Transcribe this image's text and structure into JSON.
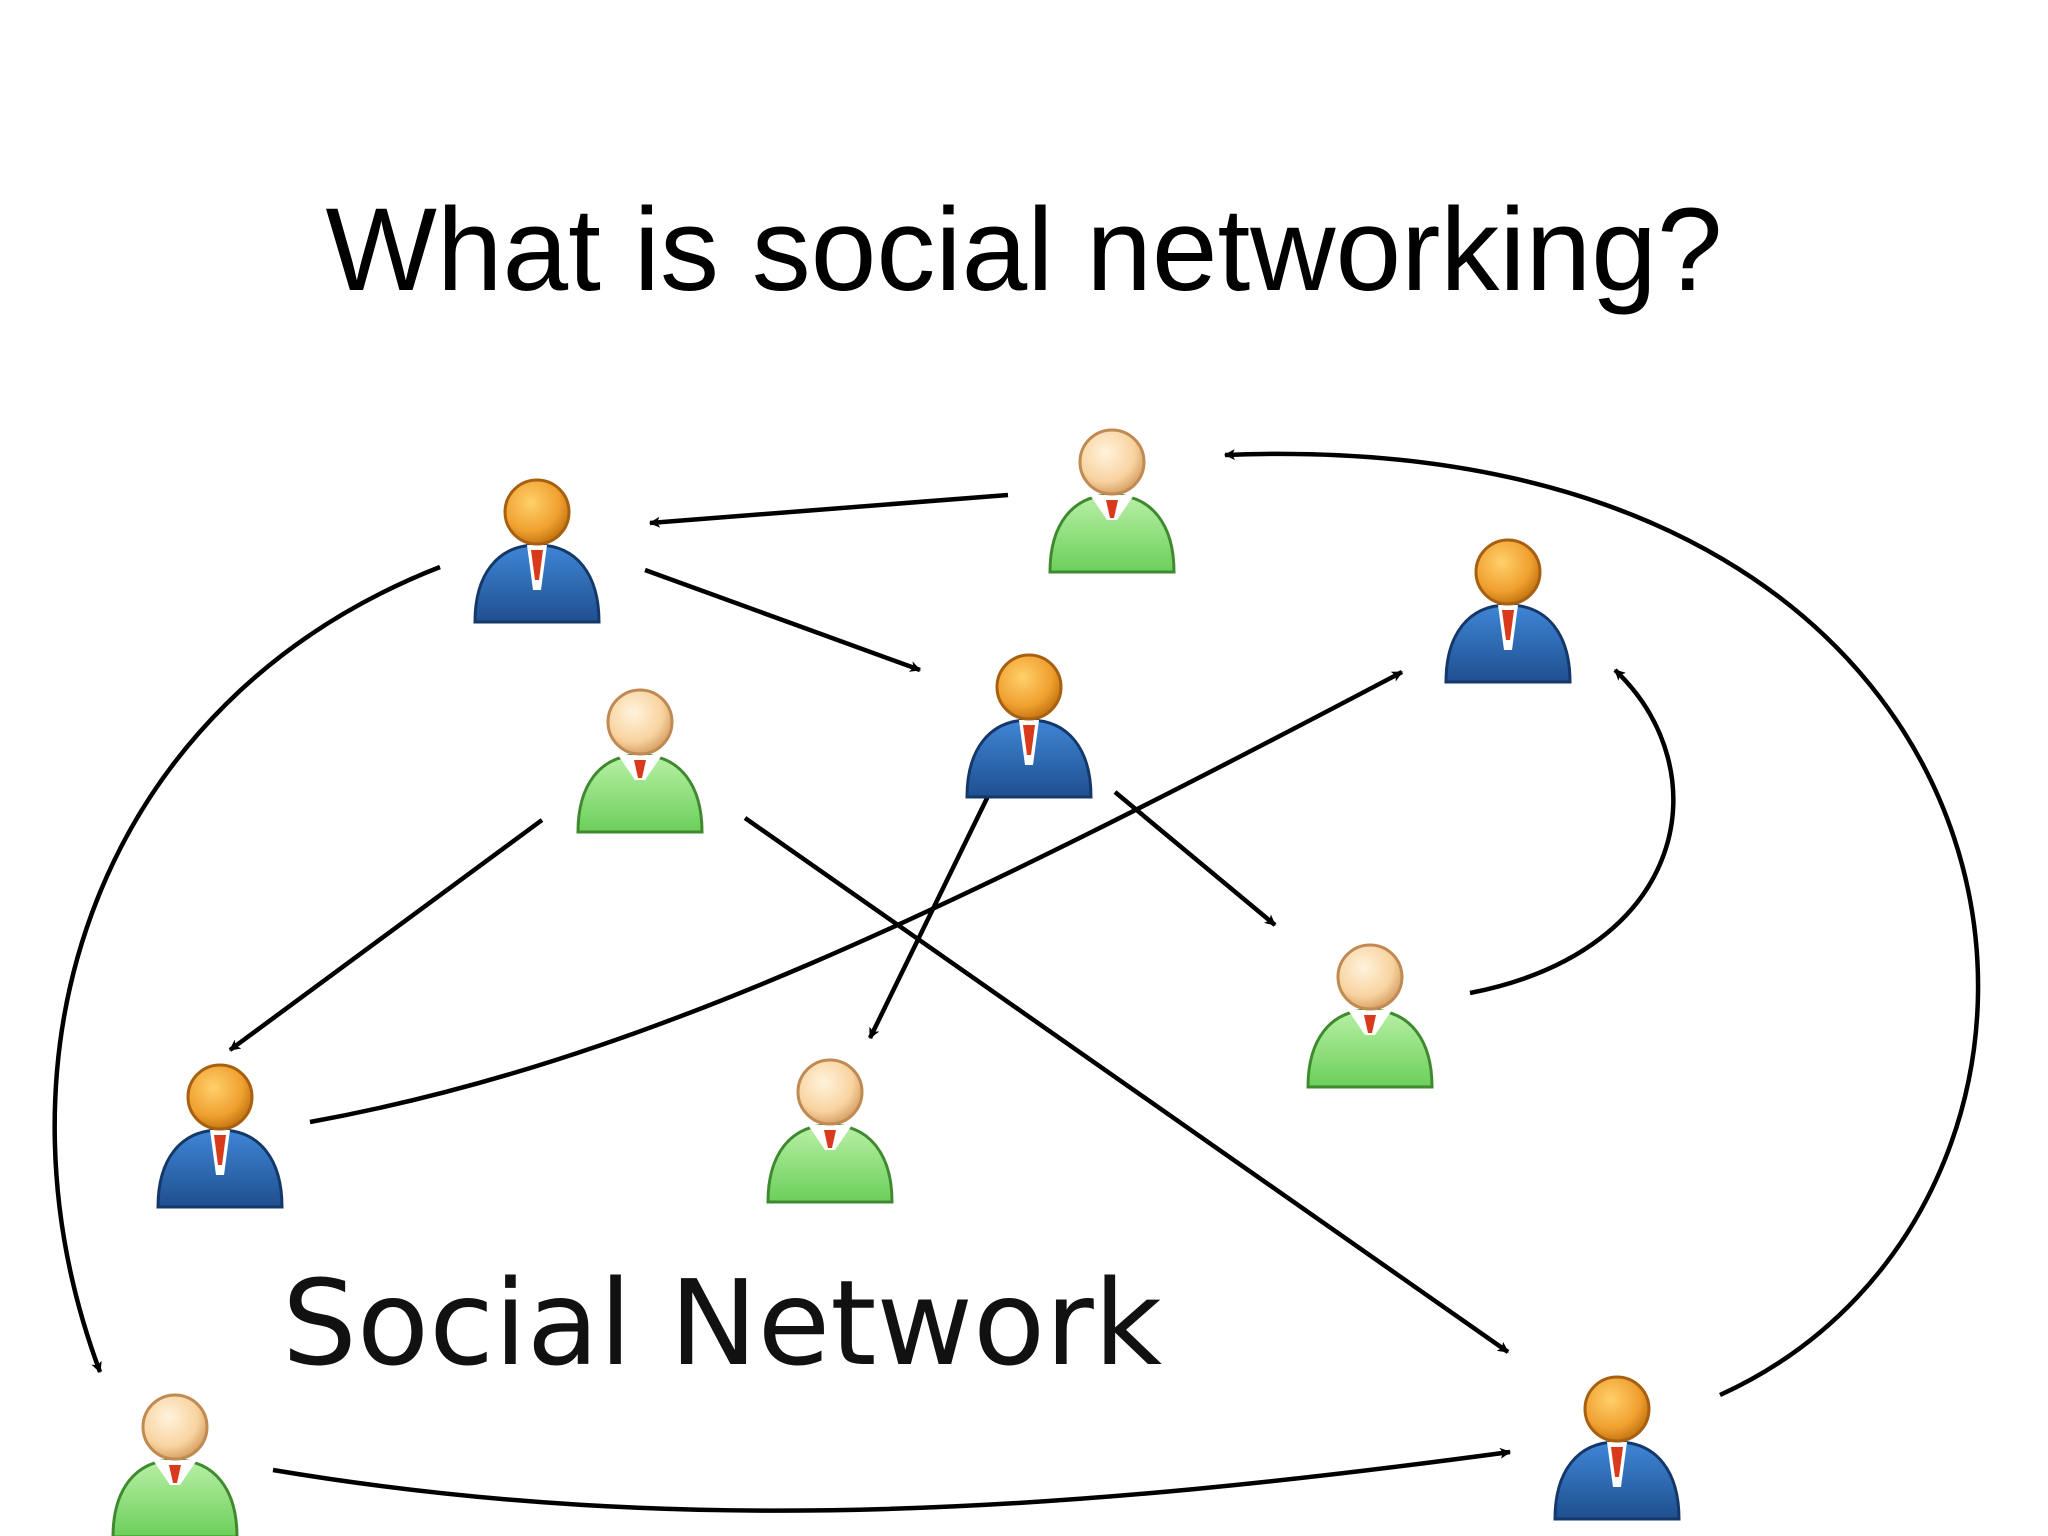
{
  "slide": {
    "title": "What is social networking?"
  },
  "diagram": {
    "label": "Social Network",
    "colors": {
      "blue_body": "#2f6fb8",
      "green_body": "#8fdc7a",
      "orange_head": "#f0a030",
      "peach_head": "#f8d3a0",
      "arrow": "#000000"
    },
    "nodes": [
      {
        "id": "n1",
        "icon": "person-blue-icon"
      },
      {
        "id": "n2",
        "icon": "person-green-icon"
      },
      {
        "id": "n3",
        "icon": "person-blue-icon"
      },
      {
        "id": "n4",
        "icon": "person-green-icon"
      },
      {
        "id": "n5",
        "icon": "person-blue-icon"
      },
      {
        "id": "n6",
        "icon": "person-green-icon"
      },
      {
        "id": "n7",
        "icon": "person-blue-icon"
      },
      {
        "id": "n8",
        "icon": "person-green-icon"
      },
      {
        "id": "n9",
        "icon": "person-green-icon"
      },
      {
        "id": "n10",
        "icon": "person-blue-icon"
      }
    ],
    "edges": [
      {
        "from": "n2",
        "to": "n1"
      },
      {
        "from": "n1",
        "to": "n5"
      },
      {
        "from": "n1",
        "to": "n9"
      },
      {
        "from": "n10",
        "to": "n2"
      },
      {
        "from": "n4",
        "to": "n7"
      },
      {
        "from": "n4",
        "to": "n10"
      },
      {
        "from": "n5",
        "to": "n6"
      },
      {
        "from": "n5",
        "to": "n8"
      },
      {
        "from": "n7",
        "to": "n3"
      },
      {
        "from": "n6",
        "to": "n3"
      },
      {
        "from": "n9",
        "to": "n10"
      }
    ]
  }
}
